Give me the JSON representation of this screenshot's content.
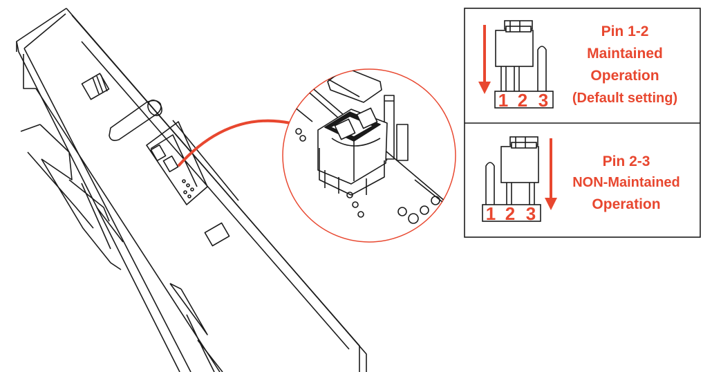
{
  "accent_color": "#e8472f",
  "line_color": "#1a1a1a",
  "panels": [
    {
      "title": "Pin 1-2",
      "lines": [
        "Maintained",
        "Operation",
        "(Default setting)"
      ],
      "pins": [
        "1",
        "2",
        "3"
      ],
      "jumper_on": "1-2"
    },
    {
      "title": "Pin 2-3",
      "lines": [
        "NON-Maintained",
        "Operation"
      ],
      "pins": [
        "1",
        "2",
        "3"
      ],
      "jumper_on": "2-3"
    }
  ],
  "icons": [
    "jumper-header-icon",
    "arrow-down-icon",
    "device-housing-drawing",
    "magnified-jumper-drawing"
  ]
}
